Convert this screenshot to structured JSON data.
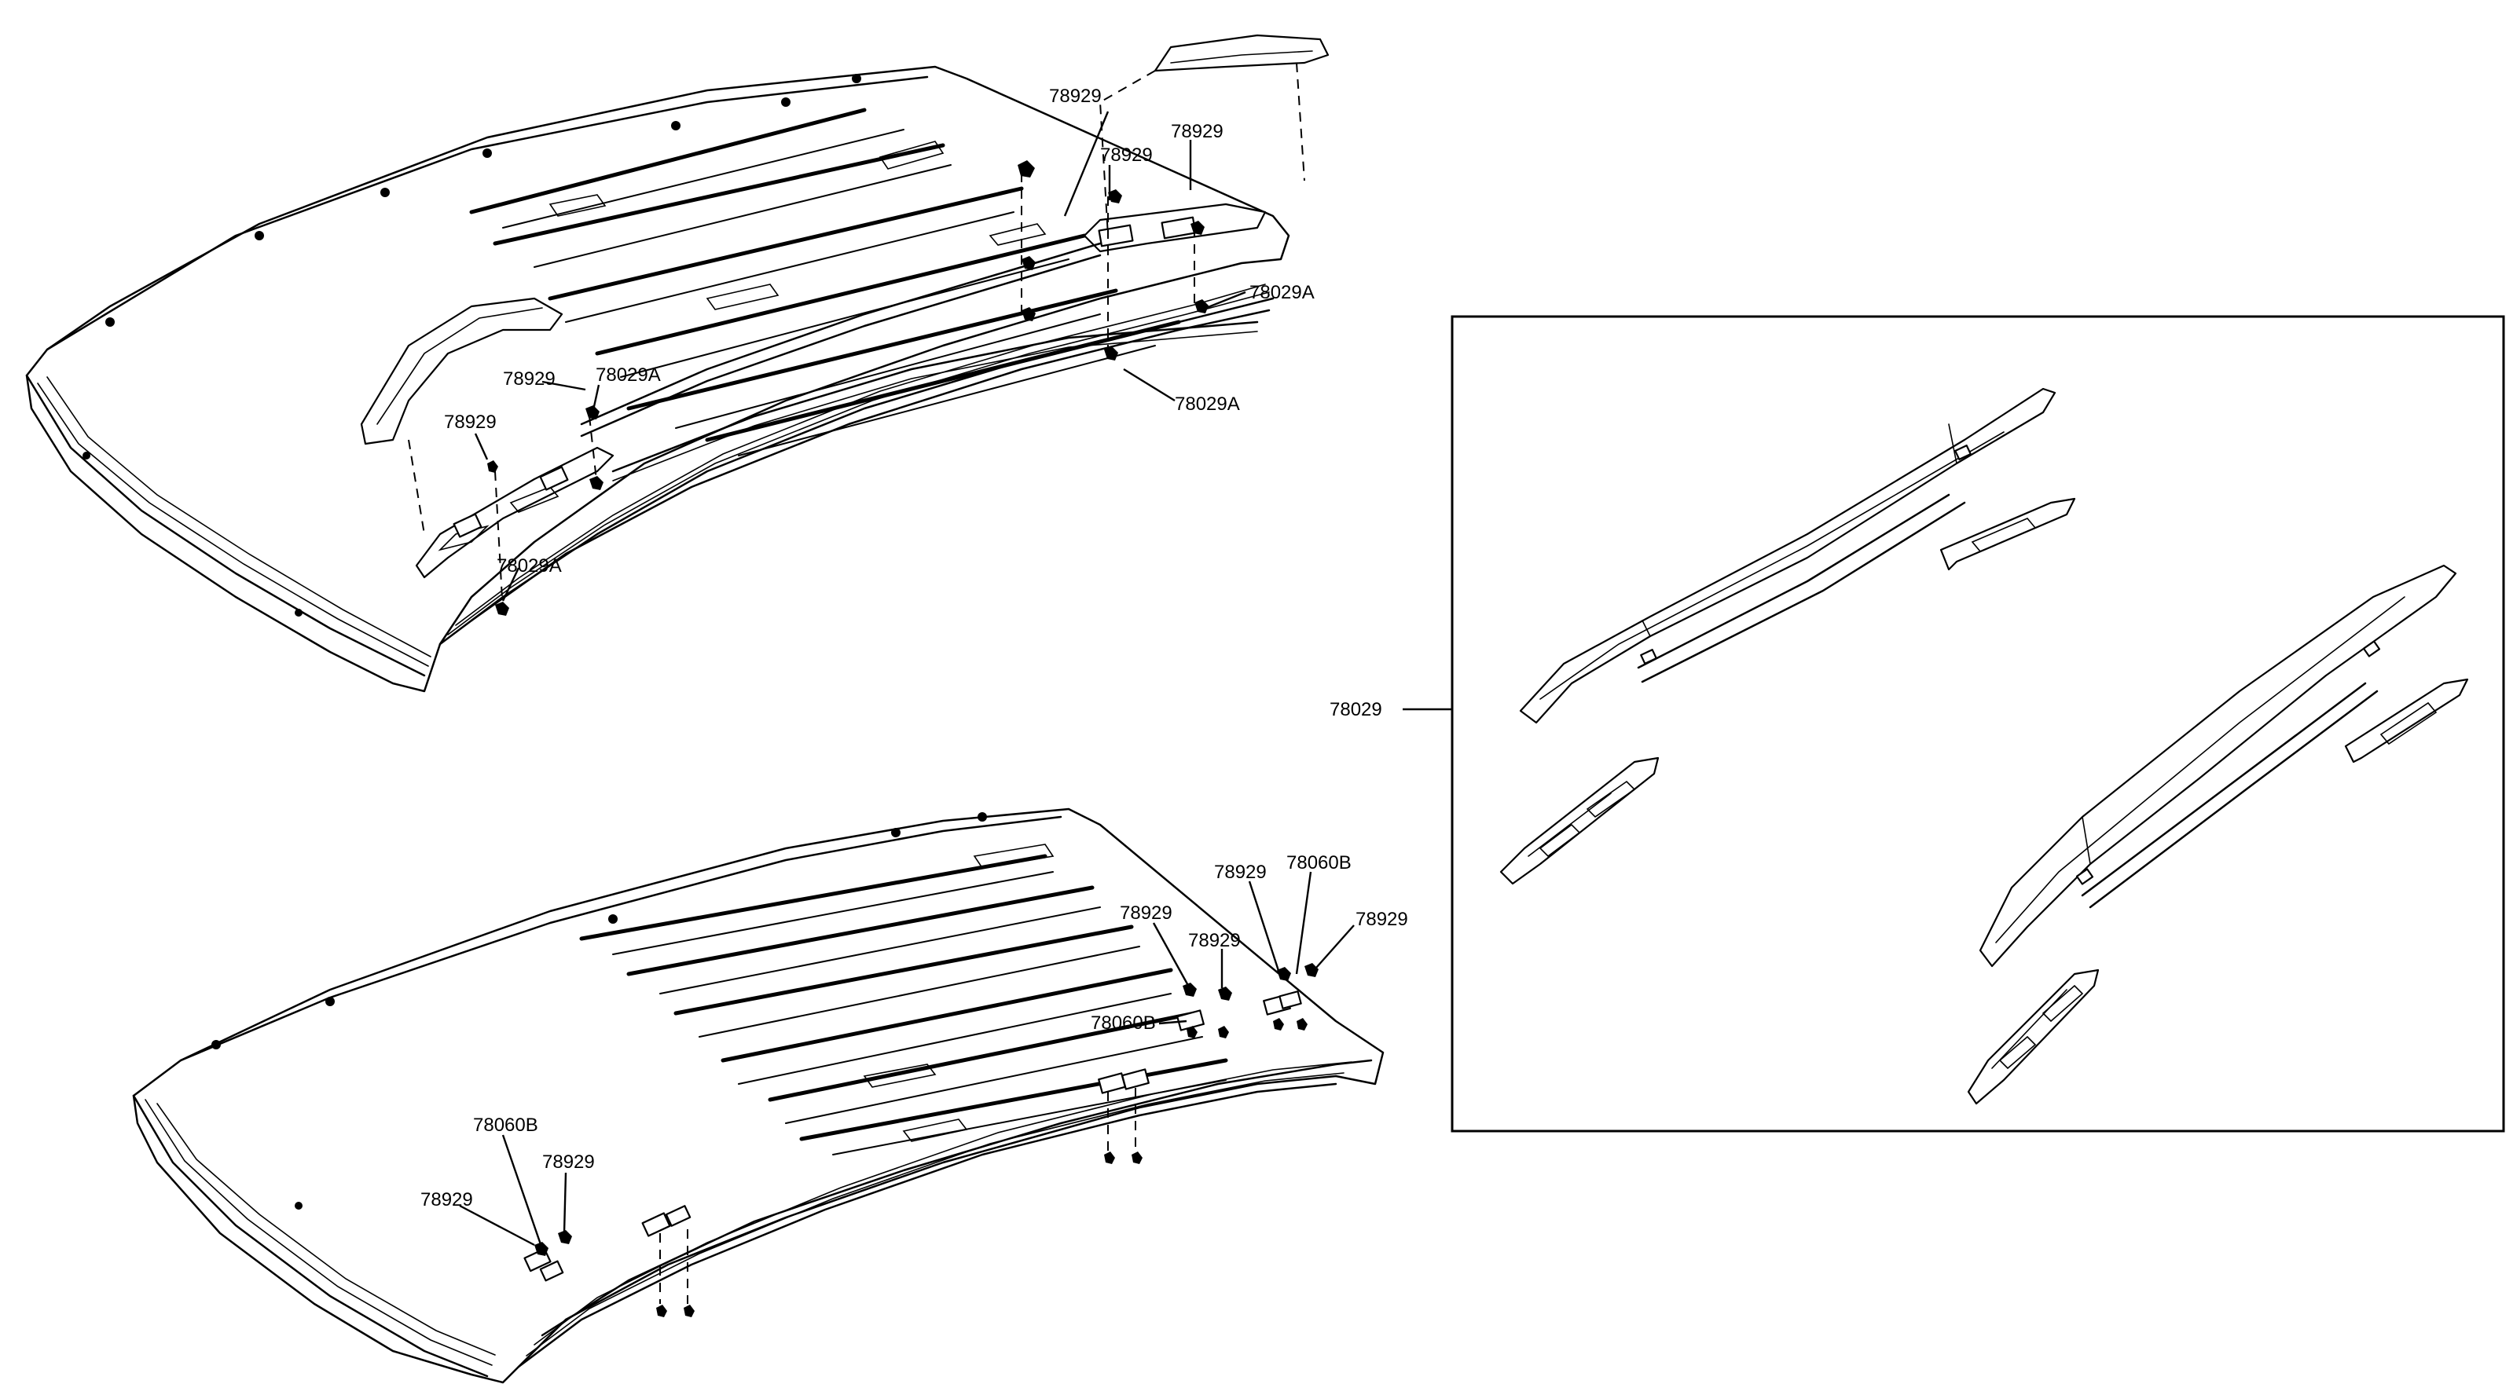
{
  "callouts": {
    "top": [
      {
        "id": "t1",
        "text": "78929"
      },
      {
        "id": "t2",
        "text": "78929"
      },
      {
        "id": "t3",
        "text": "78929"
      },
      {
        "id": "t4",
        "text": "78029A"
      },
      {
        "id": "t5",
        "text": "78929"
      },
      {
        "id": "t6",
        "text": "78029A"
      },
      {
        "id": "t7",
        "text": "78029A"
      },
      {
        "id": "t8",
        "text": "78929"
      },
      {
        "id": "t9",
        "text": "78029A"
      }
    ],
    "bottom": [
      {
        "id": "b1",
        "text": "78929"
      },
      {
        "id": "b2",
        "text": "78060B"
      },
      {
        "id": "b3",
        "text": "78929"
      },
      {
        "id": "b4",
        "text": "78929"
      },
      {
        "id": "b5",
        "text": "78929"
      },
      {
        "id": "b6",
        "text": "78060B"
      },
      {
        "id": "b7",
        "text": "78060B"
      },
      {
        "id": "b8",
        "text": "78929"
      },
      {
        "id": "b9",
        "text": "78929"
      }
    ],
    "inset": [
      {
        "id": "i1",
        "text": "78029"
      }
    ]
  }
}
